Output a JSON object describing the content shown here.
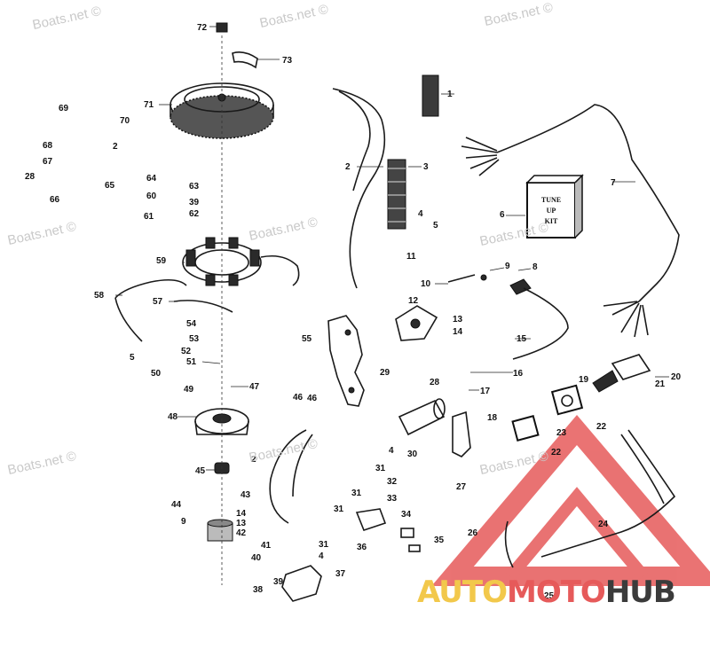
{
  "watermark": {
    "text": "Boats.net ©"
  },
  "brand": {
    "part1": "AUTO",
    "part2": "MOTO",
    "part3": "HUB",
    "colors": {
      "yellow": "#f2c84b",
      "red": "#e65a5a",
      "dark": "#3b3b3b"
    }
  },
  "kit_box": {
    "line1": "TUNE",
    "line2": "UP",
    "line3": "KIT"
  },
  "callouts": {
    "c1": "1",
    "c2a": "2",
    "c2b": "2",
    "c2c": "2",
    "c3": "3",
    "c4a": "4",
    "c4b": "4",
    "c4c": "4",
    "c5a": "5",
    "c5b": "5",
    "c6": "6",
    "c7": "7",
    "c8": "8",
    "c9a": "9",
    "c9b": "9",
    "c10": "10",
    "c11": "11",
    "c12": "12",
    "c13a": "13",
    "c13b": "13",
    "c14a": "14",
    "c14b": "14",
    "c15": "15",
    "c16": "16",
    "c17": "17",
    "c18": "18",
    "c19": "19",
    "c20": "20",
    "c21": "21",
    "c22a": "22",
    "c22b": "22",
    "c23": "23",
    "c24": "24",
    "c25": "25",
    "c26": "26",
    "c27": "27",
    "c28a": "28",
    "c28b": "28",
    "c29": "29",
    "c30": "30",
    "c31a": "31",
    "c31b": "31",
    "c31c": "31",
    "c31d": "31",
    "c32": "32",
    "c33": "33",
    "c34": "34",
    "c35": "35",
    "c36": "36",
    "c37": "37",
    "c38": "38",
    "c39a": "39",
    "c39b": "39",
    "c40": "40",
    "c41": "41",
    "c42": "42",
    "c43": "43",
    "c44": "44",
    "c45": "45",
    "c46a": "46",
    "c46b": "46",
    "c47": "47",
    "c48": "48",
    "c49": "49",
    "c50": "50",
    "c51": "51",
    "c52": "52",
    "c53": "53",
    "c54": "54",
    "c55": "55",
    "c57": "57",
    "c58": "58",
    "c59": "59",
    "c60": "60",
    "c61": "61",
    "c62": "62",
    "c63": "63",
    "c64": "64",
    "c65": "65",
    "c66": "66",
    "c67": "67",
    "c68": "68",
    "c69": "69",
    "c70": "70",
    "c71": "71",
    "c72": "72",
    "c73": "73"
  }
}
